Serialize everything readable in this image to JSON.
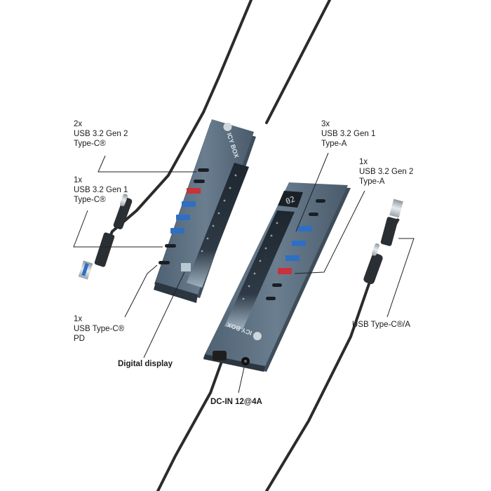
{
  "brand": "ICY BOX",
  "display_reading": "02",
  "callouts": {
    "usb_c_gen2": [
      "2x",
      "USB 3.2 Gen 2",
      "Type-C®"
    ],
    "usb_c_gen1": [
      "1x",
      "USB 3.2 Gen 1",
      "Type-C®"
    ],
    "usb_c_pd": [
      "1x",
      "USB Type-C®",
      "PD"
    ],
    "digital_display": "Digital display",
    "usb_a_gen1": [
      "3x",
      "USB 3.2 Gen 1",
      "Type-A"
    ],
    "usb_a_gen2": [
      "1x",
      "USB 3.2 Gen 2",
      "Type-A"
    ],
    "usb_ca": "USB Type-C®/A",
    "dc_in": "DC-IN 12@4A"
  },
  "colors": {
    "hub_body": "#5c6f80",
    "hub_edge": "#3f4d5a",
    "usb_a_gen1_port": "#2e6fc4",
    "usb_a_gen2_port": "#c8323a",
    "cable": "#2b2b2b"
  }
}
